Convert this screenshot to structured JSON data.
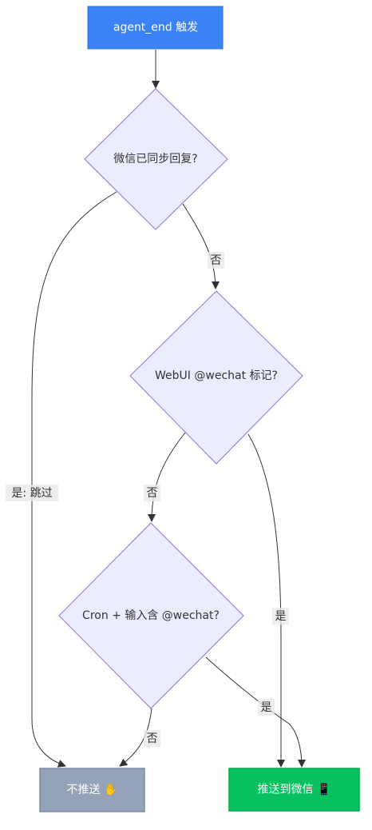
{
  "flowchart": {
    "nodes": {
      "start": {
        "label": "agent_end 触发",
        "fill": "#3b82f6",
        "text_color": "#ffffff"
      },
      "q_synced": {
        "label": "微信已同步回复?",
        "fill": "#ececff",
        "stroke": "#9370db"
      },
      "q_webui": {
        "label": "WebUI @wechat 标记?",
        "fill": "#ececff",
        "stroke": "#9370db"
      },
      "q_cron": {
        "label": "Cron + 输入含 @wechat?",
        "fill": "#ececff",
        "stroke": "#9370db"
      },
      "no_push": {
        "label": "不推送 ✋",
        "fill": "#94a3b8",
        "stroke": "#7c8ca3",
        "text_color": "#ffffff"
      },
      "push": {
        "label": "推送到微信 📱",
        "fill": "#07c160",
        "stroke": "#06a851",
        "text_color": "#ffffff"
      }
    },
    "edges": {
      "start_to_synced": {
        "label": ""
      },
      "synced_no": {
        "label": "否"
      },
      "synced_yes": {
        "label": "是: 跳过"
      },
      "webui_no": {
        "label": "否"
      },
      "webui_yes": {
        "label": "是"
      },
      "cron_yes": {
        "label": "是"
      },
      "cron_no": {
        "label": "否"
      }
    }
  }
}
